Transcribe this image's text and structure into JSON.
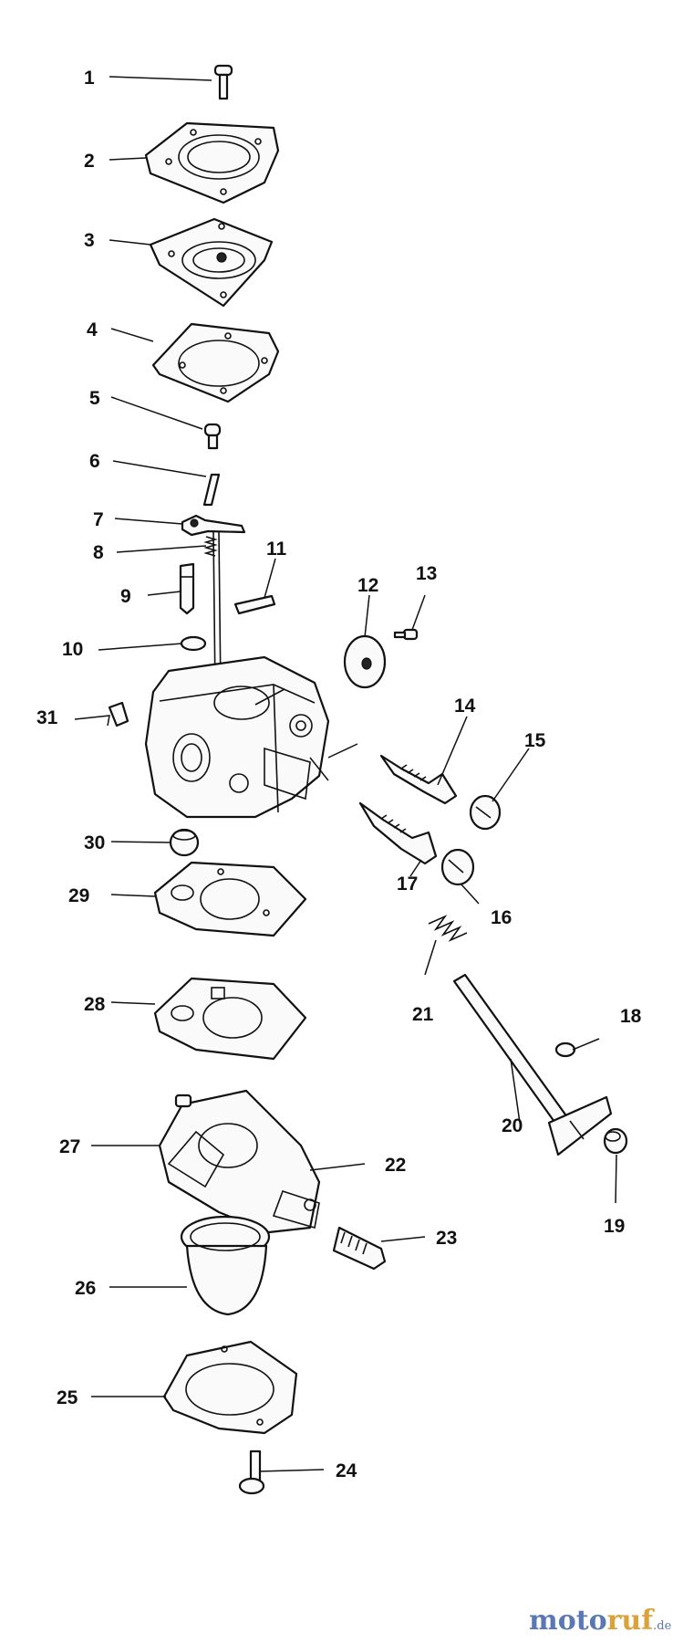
{
  "parts": [
    "1",
    "2",
    "3",
    "4",
    "5",
    "6",
    "7",
    "8",
    "9",
    "10",
    "11",
    "12",
    "13",
    "14",
    "15",
    "16",
    "17",
    "18",
    "19",
    "20",
    "21",
    "22",
    "23",
    "24",
    "25",
    "26",
    "27",
    "28",
    "29",
    "30",
    "31"
  ],
  "watermark": {
    "part_a": "moto",
    "part_b": "ruf",
    "part_c": ".de"
  }
}
